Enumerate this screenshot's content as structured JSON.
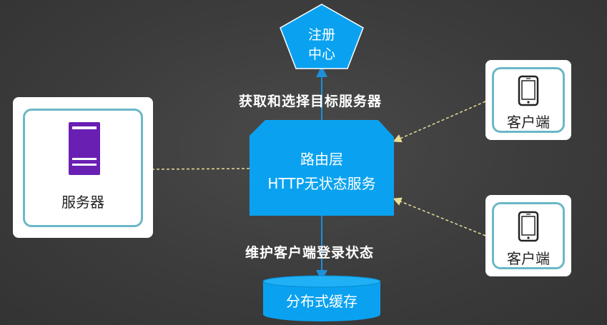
{
  "diagram": {
    "registry": {
      "line1": "注册",
      "line2": "中心"
    },
    "router": {
      "title": "路由层",
      "subtitle": "HTTP无状态服务"
    },
    "server": {
      "label": "服务器",
      "icon": "server-icon"
    },
    "clients": [
      {
        "label": "客户端",
        "icon": "phone-icon"
      },
      {
        "label": "客户端",
        "icon": "phone-icon"
      }
    ],
    "cache": {
      "label": "分布式缓存"
    },
    "edge_labels": {
      "top": "获取和选择目标服务器",
      "bottom": "维护客户端登录状态"
    },
    "colors": {
      "node_fill": "#0aa2f0",
      "background": "#3d3d3d",
      "server_icon": "#6a1fb3",
      "card_border": "#6bb7c8",
      "dashed_connector": "#e9dc97",
      "solid_connector": "#1e8fd9"
    }
  }
}
